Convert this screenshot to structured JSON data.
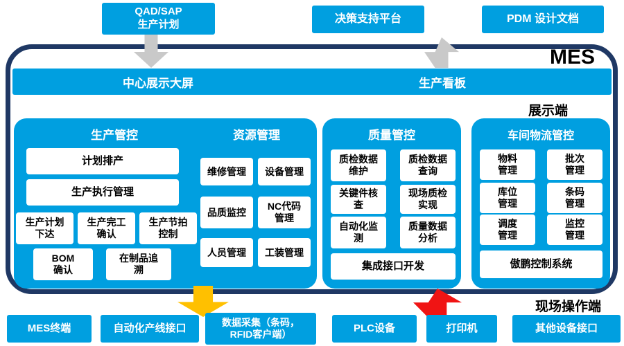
{
  "colors": {
    "blue": "#009FE0",
    "navy_border": "#1F3864",
    "arrow_gray": "#C9C9C9",
    "arrow_yellow": "#FFC000",
    "arrow_red": "#F01414",
    "box_text_dark": "#000000",
    "box_text_light": "#FFFFFF"
  },
  "top_systems": [
    "QAD/SAP\n生产计划",
    "决策支持平台",
    "PDM 设计文档"
  ],
  "mes_title": "MES",
  "display_bar": {
    "left": "中心展示大屏",
    "right": "生产看板"
  },
  "side_labels": {
    "display_side": "展示端",
    "operation_side": "现场操作端"
  },
  "production_panel": {
    "title": "生产管控",
    "items": [
      "计划排产",
      "生产执行管理",
      "生产计划\n下达",
      "生产完工\n确认",
      "生产节拍\n控制",
      "BOM\n确认",
      "在制品追\n溯"
    ]
  },
  "resource_panel": {
    "title": "资源管理",
    "items": [
      "维修管理",
      "设备管理",
      "品质监控",
      "NC代码\n管理",
      "人员管理",
      "工装管理"
    ]
  },
  "quality_panel": {
    "title": "质量管控",
    "items": [
      "质检数据\n维护",
      "质检数据\n查询",
      "关键件核\n查",
      "现场质检\n实现",
      "自动化监\n测",
      "质量数据\n分析"
    ],
    "footer": "集成接口开发"
  },
  "logistics_panel": {
    "title": "车间物流管控",
    "items": [
      "物料\n管理",
      "批次\n管理",
      "库位\n管理",
      "条码\n管理",
      "调度\n管理",
      "监控\n管理"
    ],
    "footer": "傲鹏控制系统"
  },
  "bottom_devices": [
    "MES终端",
    "自动化产线接口",
    "数据采集（条码，\nRFID客户端）",
    "PLC设备",
    "打印机",
    "其他设备接口"
  ]
}
